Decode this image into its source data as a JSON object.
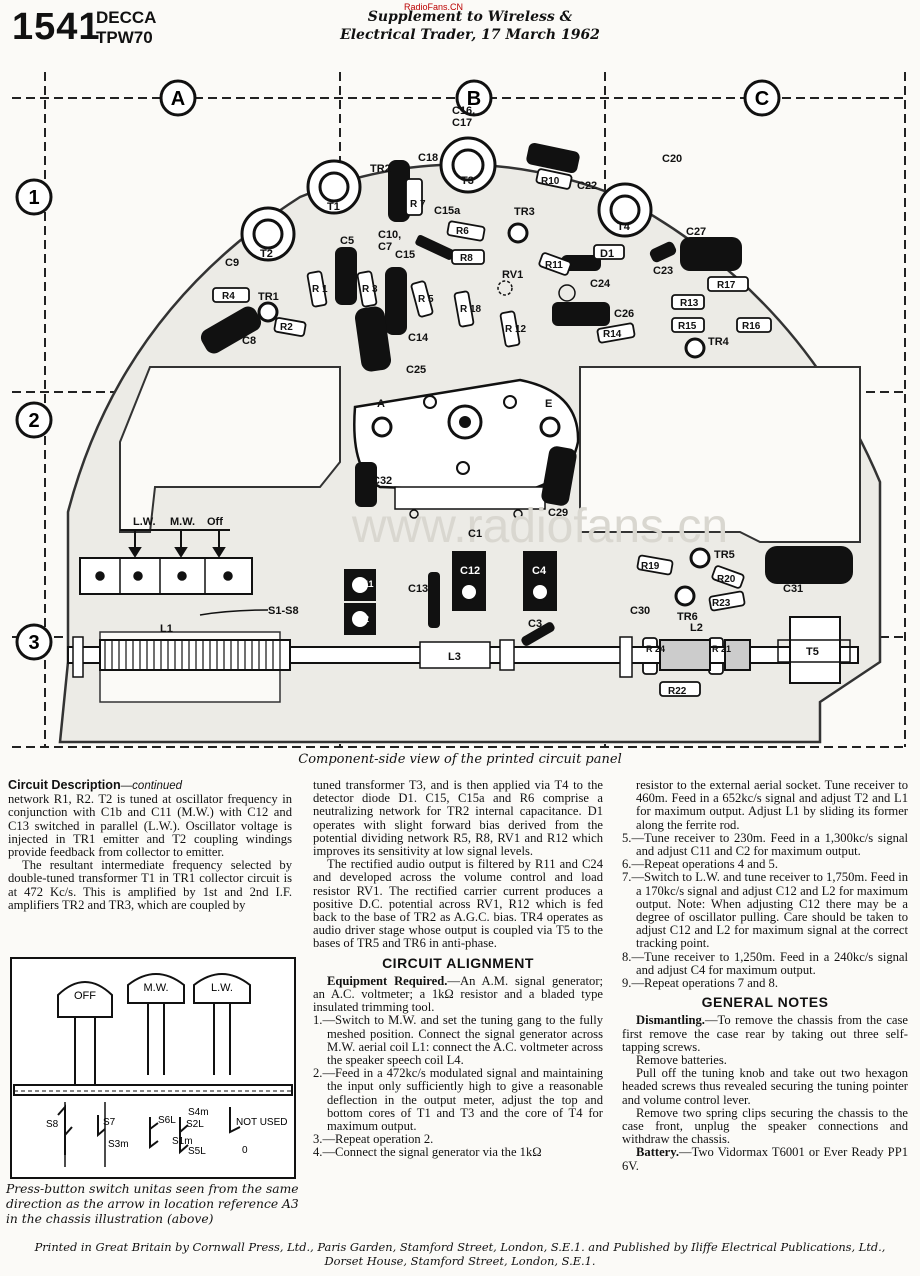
{
  "header": {
    "page_number": "1541",
    "manufacturer": "DECCA",
    "model": "TPW70",
    "supplement_line1": "Supplement to Wireless &",
    "supplement_line2": "Electrical Trader, 17 March 1962",
    "watermark": "RadioFans.CN"
  },
  "diagram": {
    "column_markers": [
      "A",
      "B",
      "C"
    ],
    "row_markers": [
      "1",
      "2",
      "3"
    ],
    "watermark_url": "www.radiofans.cn",
    "components": {
      "c16_c17": [
        "C16,",
        "C17"
      ],
      "c18": "C18",
      "tr2": "TR2",
      "r7": "R 7",
      "t1": "T1",
      "t3": "T3",
      "r10": "R10",
      "c22": "C22",
      "c20": "C20",
      "t2": "T2",
      "c15a": "C15a",
      "tr3": "TR3",
      "c10_c7": [
        "C10,",
        "C7"
      ],
      "c5": "C5",
      "r6": "R6",
      "t4": "T4",
      "c27": "C27",
      "c9": "C9",
      "r1": "R 1",
      "r3": "R 3",
      "c15": "C15",
      "r8": "R8",
      "rv1": "RV1",
      "r11": "R11",
      "d1": "D1",
      "c23": "C23",
      "r4": "R4",
      "tr1": "TR1",
      "r5": "R 5",
      "r18": "R 18",
      "c24": "C24",
      "r17": "R17",
      "r13": "R13",
      "r2": "R2",
      "r12": "R 12",
      "c26": "C26",
      "r15": "R15",
      "r16": "R16",
      "c8": "C8",
      "c14": "C14",
      "r14": "R14",
      "tr4": "TR4",
      "c25": "C25",
      "a": "A",
      "e": "E",
      "c32": "C32",
      "c29": "C29",
      "c1": "C1",
      "lw": "L.W.",
      "mw": "M.W.",
      "off": "Off",
      "tr5": "TR5",
      "r19": "R19",
      "c11": "C 11",
      "c13": "C13",
      "c12": "C12",
      "c4": "C4",
      "r20": "R20",
      "c31": "C31",
      "s1s8": "S1-S8",
      "c2": "C 2",
      "c3": "C3",
      "c30": "C30",
      "tr6": "TR6",
      "r23": "R23",
      "l1": "L1",
      "l2": "L2",
      "l3": "L3",
      "r24": "R 24",
      "r21": "R 21",
      "t5": "T5",
      "r22": "R22"
    }
  },
  "caption": "Component-side view of the printed circuit panel",
  "col1": {
    "head": "Circuit Description",
    "head_cont": "—continued",
    "p1": "network R1, R2. T2 is tuned at oscillator frequency in conjunction with C1b and C11 (M.W.) with C12 and C13 switched in parallel (L.W.). Oscillator voltage is injected in TR1 emitter and T2 coupling windings provide feedback from collector to emitter.",
    "p2": "The resultant intermediate frequency selected by double-tuned transformer T1 in TR1 collector circuit is at 472 Kc/s. This is amplified by 1st and 2nd I.F. amplifiers TR2 and TR3, which are coupled by"
  },
  "switch_diagram": {
    "buttons": [
      "OFF",
      "M.W.",
      "L.W."
    ],
    "contacts": {
      "s8": "S8",
      "s7": "S7",
      "s3m": "S3m",
      "s6l": "S6L",
      "s2l": "S2L",
      "s4m": "S4m",
      "s1m": "S1m",
      "s5l": "S5L",
      "not_used": "NOT USED",
      "zero": "0"
    },
    "caption": "Press-button switch unitas seen from the same direction as the arrow in location reference A3 in the chassis illustration (above)"
  },
  "col2": {
    "p1": "tuned transformer T3, and is then applied via T4 to the detector diode D1. C15, C15a and R6 comprise a neutralizing network for TR2 internal capacitance. D1 operates with slight forward bias derived from the potential dividing network R5, R8, RV1 and R12 which improves its sensitivity at low signal levels.",
    "p2": "The rectified audio output is filtered by R11 and C24 and developed across the volume control and load resistor RV1. The rectified carrier current produces a positive D.C. potential across RV1, R12 which is fed back to the base of TR2 as A.G.C. bias. TR4 operates as audio driver stage whose output is coupled via T5 to the bases of TR5 and TR6 in anti-phase.",
    "heading": "CIRCUIT ALIGNMENT",
    "equip_head": "Equipment Required.",
    "equip_text": "—An A.M. signal generator; an A.C. voltmeter; a 1kΩ resistor and a bladed type insulated trimming tool.",
    "step1": "1.—Switch to M.W. and set the tuning gang to the fully meshed position. Connect the signal generator across M.W. aerial coil L1: connect the A.C. voltmeter across the speaker speech coil L4.",
    "step2": "2.—Feed in a 472kc/s modulated signal and maintaining the input only sufficiently high to give a reasonable deflection in the output meter, adjust the top and bottom cores of T1 and T3 and the core of T4 for maximum output.",
    "step3": "3.—Repeat operation 2.",
    "step4": "4.—Connect the signal generator via the 1kΩ"
  },
  "col3": {
    "p1": "resistor to the external aerial socket. Tune receiver to 460m. Feed in a 652kc/s signal and adjust T2 and L1 for maximum output. Adjust L1 by sliding its former along the ferrite rod.",
    "step5": "5.—Tune receiver to 230m. Feed in a 1,300kc/s signal and adjust C11 and C2 for maximum output.",
    "step6": "6.—Repeat operations 4 and 5.",
    "step7": "7.—Switch to L.W. and tune receiver to 1,750m. Feed in a 170kc/s signal and adjust C12 and L2 for maximum output. Note: When adjusting C12 there may be a degree of oscillator pulling. Care should be taken to adjust C12 and L2 for maximum signal at the correct tracking point.",
    "step8": "8.—Tune receiver to 1,250m. Feed in a 240kc/s signal and adjust C4 for maximum output.",
    "step9": "9.—Repeat operations 7 and 8.",
    "heading": "GENERAL NOTES",
    "dis_head": "Dismantling.",
    "dis_text": "—To remove the chassis from the case first remove the case rear by taking out three self-tapping screws.",
    "dis2": "Remove batteries.",
    "dis3": "Pull off the tuning knob and take out two hexagon headed screws thus revealed securing the tuning pointer and volume control lever.",
    "dis4": "Remove two spring clips securing the chassis to the case front, unplug the speaker connections and withdraw the chassis.",
    "bat_head": "Battery.",
    "bat_text": "—Two Vidormax T6001 or Ever Ready PP1 6V."
  },
  "footer": {
    "line1": "Printed in Great Britain by Cornwall Press, Ltd., Paris Garden, Stamford Street, London, S.E.1. and Published by Iliffe Electrical Publications, Ltd.,",
    "line2": "Dorset House, Stamford Street, London, S.E.1."
  }
}
